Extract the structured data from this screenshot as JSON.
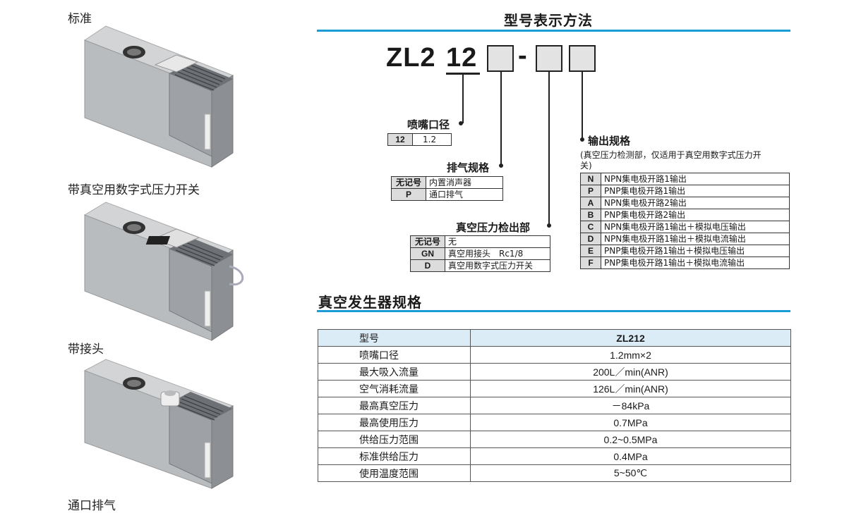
{
  "left_panel": {
    "variants": [
      {
        "label": "标准",
        "icon": "vacuum-generator-standard-image"
      },
      {
        "label": "带真空用数字式压力开关",
        "icon": "vacuum-generator-with-pressure-switch-image"
      },
      {
        "label": "带接头",
        "icon": "vacuum-generator-with-fitting-image"
      },
      {
        "label": "通口排气",
        "icon": "vacuum-generator-port-exhaust-image"
      }
    ]
  },
  "model_designation": {
    "title": "型号表示方法",
    "prefix": "ZL2",
    "nozzle_code": "12",
    "separator": "-",
    "nozzle": {
      "label": "喷嘴口径",
      "rows": [
        {
          "code": "12",
          "value": "1.2"
        }
      ]
    },
    "exhaust": {
      "label": "排气规格",
      "rows": [
        {
          "code": "无记号",
          "value": "内置消声器"
        },
        {
          "code": "P",
          "value": "通口排气"
        }
      ]
    },
    "vacuum_detector": {
      "label": "真空压力检出部",
      "rows": [
        {
          "code": "无记号",
          "value": "无"
        },
        {
          "code": "GN",
          "value": "真空用接头　Rc1/8"
        },
        {
          "code": "D",
          "value": "真空用数字式压力开关"
        }
      ]
    },
    "output": {
      "label": "输出规格",
      "note_line1": "(真空压力检测部，仅适用于真空用数字式压力开",
      "note_line2": "关)",
      "rows": [
        {
          "code": "N",
          "value": "NPN集电极开路1输出"
        },
        {
          "code": "P",
          "value": "PNP集电极开路1输出"
        },
        {
          "code": "A",
          "value": "NPN集电极开路2输出"
        },
        {
          "code": "B",
          "value": "PNP集电极开路2输出"
        },
        {
          "code": "C",
          "value": "NPN集电极开路1输出＋模拟电压输出"
        },
        {
          "code": "D",
          "value": "NPN集电极开路1输出＋模拟电流输出"
        },
        {
          "code": "E",
          "value": "PNP集电极开路1输出＋模拟电压输出"
        },
        {
          "code": "F",
          "value": "PNP集电极开路1输出＋模拟电流输出"
        }
      ]
    }
  },
  "spec": {
    "title": "真空发生器规格",
    "header": {
      "key": "型号",
      "value": "ZL212"
    },
    "rows": [
      {
        "key": "喷嘴口径",
        "value": "1.2mm×2"
      },
      {
        "key": "最大吸入流量",
        "value": "200L／min(ANR)"
      },
      {
        "key": "空气消耗流量",
        "value": "126L／min(ANR)"
      },
      {
        "key": "最高真空压力",
        "value": "－84kPa"
      },
      {
        "key": "最高使用压力",
        "value": "0.7MPa"
      },
      {
        "key": "供给压力范围",
        "value": "0.2~0.5MPa"
      },
      {
        "key": "标准供给压力",
        "value": "0.4MPa"
      },
      {
        "key": "使用温度范围",
        "value": "5~50℃"
      }
    ]
  },
  "colors": {
    "accent_bar": "#1a9bd6",
    "table_header_bg": "#dcecf6",
    "code_cell_bg": "#dcdcdc",
    "empty_box_bg": "#e3e3e3"
  }
}
